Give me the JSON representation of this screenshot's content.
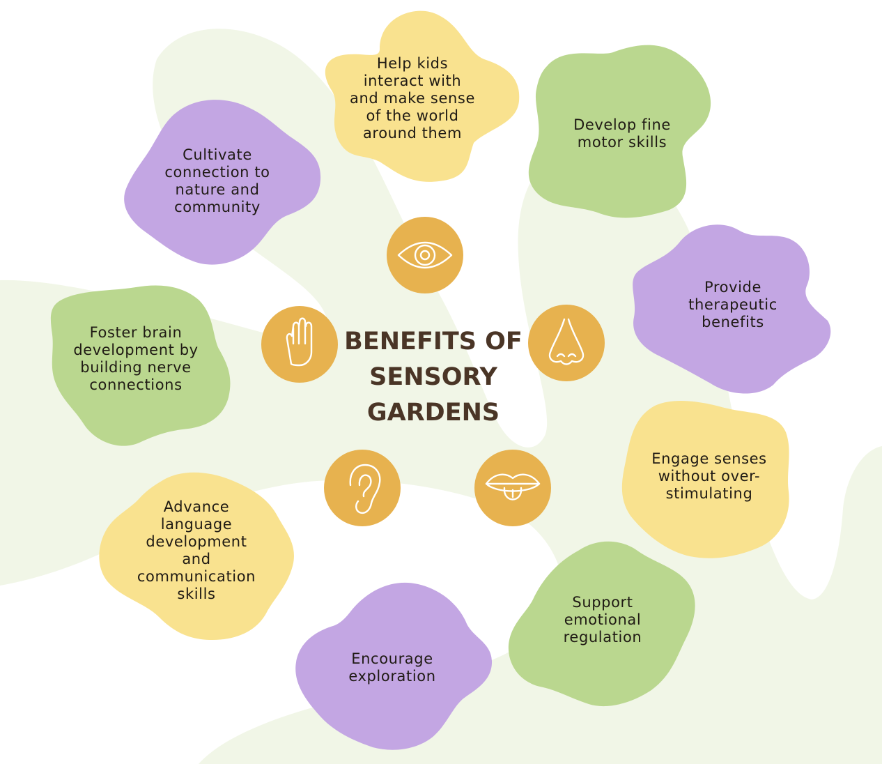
{
  "title_lines": [
    "BENEFITS OF",
    "SENSORY",
    "GARDENS"
  ],
  "colors": {
    "background": "#ffffff",
    "swoosh": "#f1f6e7",
    "yellow": "#f9e28f",
    "green": "#bad78f",
    "purple": "#c3a6e3",
    "icon_circle": "#e7b24f",
    "icon_line": "#ffffff",
    "title": "#4a3526",
    "text": "#1f1a14"
  },
  "icons": [
    {
      "name": "eye-icon"
    },
    {
      "name": "hand-icon"
    },
    {
      "name": "nose-icon"
    },
    {
      "name": "ear-icon"
    },
    {
      "name": "tongue-icon"
    }
  ],
  "benefits": [
    {
      "id": "interact",
      "color": "yellow",
      "lines": [
        "Help kids",
        "interact with",
        "and make sense",
        "of the world",
        "around them"
      ]
    },
    {
      "id": "fine-motor",
      "color": "green",
      "lines": [
        "Develop fine",
        "motor skills"
      ]
    },
    {
      "id": "therapeutic",
      "color": "purple",
      "lines": [
        "Provide",
        "therapeutic",
        "benefits"
      ]
    },
    {
      "id": "engage-senses",
      "color": "yellow",
      "lines": [
        "Engage senses",
        "without over-",
        "stimulating"
      ]
    },
    {
      "id": "emotional",
      "color": "green",
      "lines": [
        "Support",
        "emotional",
        "regulation"
      ]
    },
    {
      "id": "exploration",
      "color": "purple",
      "lines": [
        "Encourage",
        "exploration"
      ]
    },
    {
      "id": "language",
      "color": "yellow",
      "lines": [
        "Advance",
        "language",
        "development",
        "and",
        "communication",
        "skills"
      ]
    },
    {
      "id": "brain",
      "color": "green",
      "lines": [
        "Foster brain",
        "development by",
        "building nerve",
        "connections"
      ]
    },
    {
      "id": "nature",
      "color": "purple",
      "lines": [
        "Cultivate",
        "connection to",
        "nature and",
        "community"
      ]
    }
  ]
}
